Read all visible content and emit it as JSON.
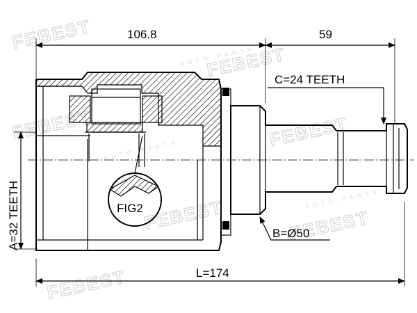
{
  "watermark": {
    "brand": "FEBEST",
    "sub": "AUTO PARTS"
  },
  "dimensions": {
    "housing_length": "106.8",
    "shaft_length": "59",
    "spline_c": "C=24 TEETH",
    "spline_a": "A=32 TEETH",
    "diameter_b": "B=Ø50",
    "total_length": "L=174",
    "section_label": "FIG2"
  },
  "colors": {
    "line": "#000000",
    "watermark": "#d4d4d4"
  }
}
